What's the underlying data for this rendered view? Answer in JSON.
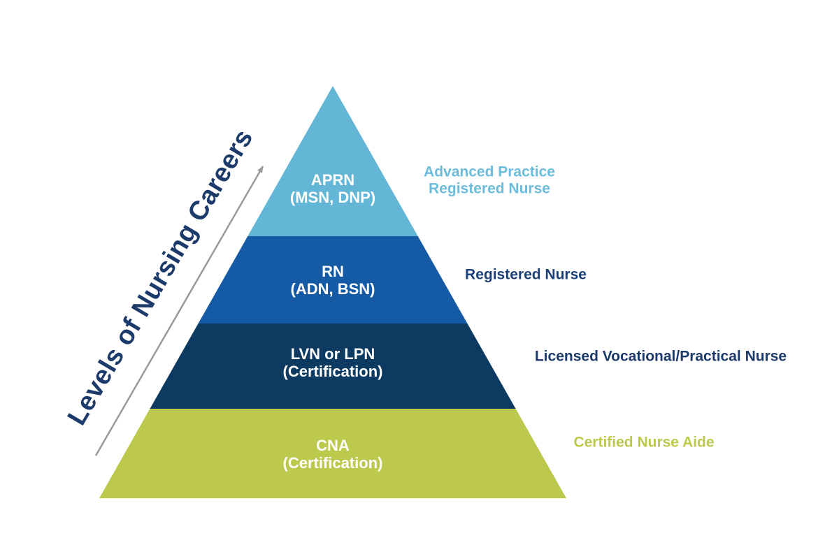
{
  "title": {
    "text": "Levels of Nursing Careers",
    "color": "#1C3A6A"
  },
  "arrow": {
    "color": "#9A9A9A"
  },
  "pyramid": {
    "text_color": "#FFFFFF",
    "levels": [
      {
        "label": "APRN",
        "sublabel": "(MSN, DNP)",
        "band_color": "#63B6D5",
        "side_label_line1": "Advanced Practice",
        "side_label_line2": "Registered Nurse",
        "side_label_color": "#6CBCDB"
      },
      {
        "label": "RN",
        "sublabel": "(ADN, BSN)",
        "band_color": "#155AA4",
        "side_label_line1": "Registered Nurse",
        "side_label_color": "#1C4178"
      },
      {
        "label": "LVN or LPN",
        "sublabel": "(Certification)",
        "band_color": "#0C3A60",
        "side_label_line1": "Licensed Vocational/Practical Nurse",
        "side_label_color": "#1C3A6A"
      },
      {
        "label": "CNA",
        "sublabel": "(Certification)",
        "band_color": "#BCC94D",
        "side_label_line1": "Certified Nurse Aide",
        "side_label_color": "#BCC94D"
      }
    ]
  }
}
